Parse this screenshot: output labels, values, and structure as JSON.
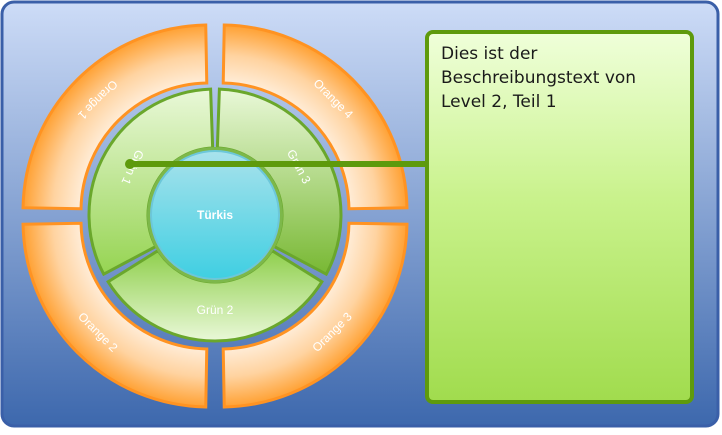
{
  "diagram": {
    "center": {
      "label": "Türkis"
    },
    "inner_ring": [
      {
        "id": "gruen-1",
        "label": "Grün 1"
      },
      {
        "id": "gruen-2",
        "label": "Grün 2"
      },
      {
        "id": "gruen-3",
        "label": "Grün 3"
      }
    ],
    "outer_ring": [
      {
        "id": "orange-1",
        "label": "Orange 1"
      },
      {
        "id": "orange-2",
        "label": "Orange 2"
      },
      {
        "id": "orange-3",
        "label": "Orange 3"
      },
      {
        "id": "orange-4",
        "label": "Orange 4"
      }
    ],
    "callout": {
      "text": "Dies ist der Beschreibungstext von Level 2, Teil 1"
    },
    "colors": {
      "background_top": "#cddcf7",
      "background_bottom": "#3d68ad",
      "frame_border": "#3a5fa8",
      "orange": "#ff9e2b",
      "orange_light": "#fff0e0",
      "green": "#7bc238",
      "green_dark": "#5e9a0c",
      "turquoise": "#50d4e6"
    }
  }
}
